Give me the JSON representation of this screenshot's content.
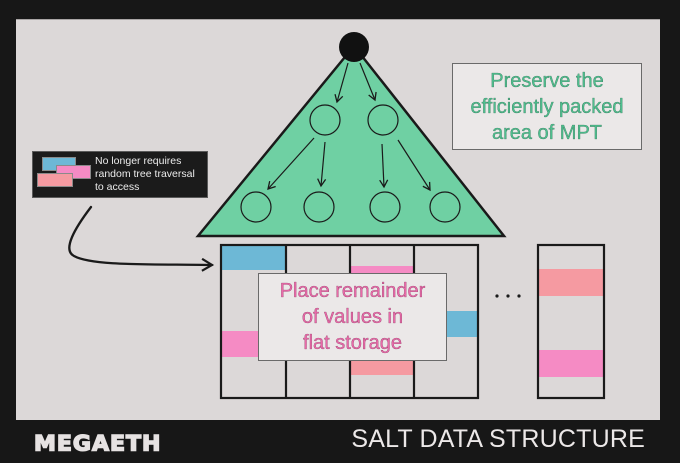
{
  "diagram": {
    "title": "SALT DATA STRUCTURE",
    "brand": "MEGAETH",
    "colors": {
      "background": "#171717",
      "panel": "#dcd8d8",
      "tree_fill": "#6fd0a3",
      "blue": "#6db8d6",
      "pink": "#f58bc4",
      "salmon": "#f59aa1",
      "green_text": "#4fbf8f",
      "pink_text": "#e96aa9"
    },
    "tree": {
      "label": "Preserve the\nefficiently packed\narea of MPT",
      "root": "root-node",
      "level1_nodes": 2,
      "level2_nodes": 4
    },
    "legend": {
      "text": "No longer requires\nrandom tree traversal\nto access",
      "swatches": [
        "blue",
        "pink",
        "salmon"
      ]
    },
    "flat_storage": {
      "label": "Place remainder\nof values in\nflat storage",
      "ellipsis": "...",
      "buckets": [
        {
          "index": 1,
          "entries": [
            "blue-top",
            "pink-middle"
          ]
        },
        {
          "index": 2,
          "entries": []
        },
        {
          "index": 3,
          "entries": [
            "pink-top",
            "salmon-bottom"
          ]
        },
        {
          "index": 4,
          "entries": [
            "blue-middle"
          ]
        },
        {
          "index": "n",
          "entries": [
            "salmon-top",
            "pink-bottom"
          ]
        }
      ]
    }
  }
}
